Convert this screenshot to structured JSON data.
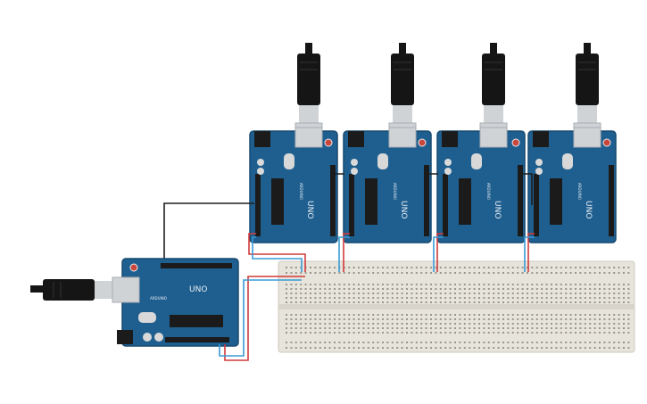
{
  "canvas": {
    "background": "#ffffff"
  },
  "colors": {
    "board": "#1f5f8f",
    "board_edge": "#174a70",
    "header": "#1b1b1b",
    "breadboard": "#e7e4dc",
    "breadboard_edge": "#cfcac0",
    "wire_red": "#d13b3b",
    "wire_blue": "#3a9bd6",
    "wire_black": "#1e1e1e",
    "usb_metal": "#cfd3d6",
    "usb_plug": "#151515"
  },
  "boards": [
    {
      "name": "arduino-uno-1",
      "silk_model": "UNO",
      "silk_brand": "ARDUINO"
    },
    {
      "name": "arduino-uno-2",
      "silk_model": "UNO",
      "silk_brand": "ARDUINO"
    },
    {
      "name": "arduino-uno-3",
      "silk_model": "UNO",
      "silk_brand": "ARDUINO"
    },
    {
      "name": "arduino-uno-4",
      "silk_model": "UNO",
      "silk_brand": "ARDUINO"
    },
    {
      "name": "arduino-uno-master",
      "silk_model": "UNO",
      "silk_brand": "ARDUINO"
    }
  ],
  "components": {
    "breadboard": "full-size-breadboard",
    "usb_cables": 5,
    "wires": [
      "black-signal-wire",
      "red-5v-wires",
      "blue-data-wires"
    ]
  }
}
